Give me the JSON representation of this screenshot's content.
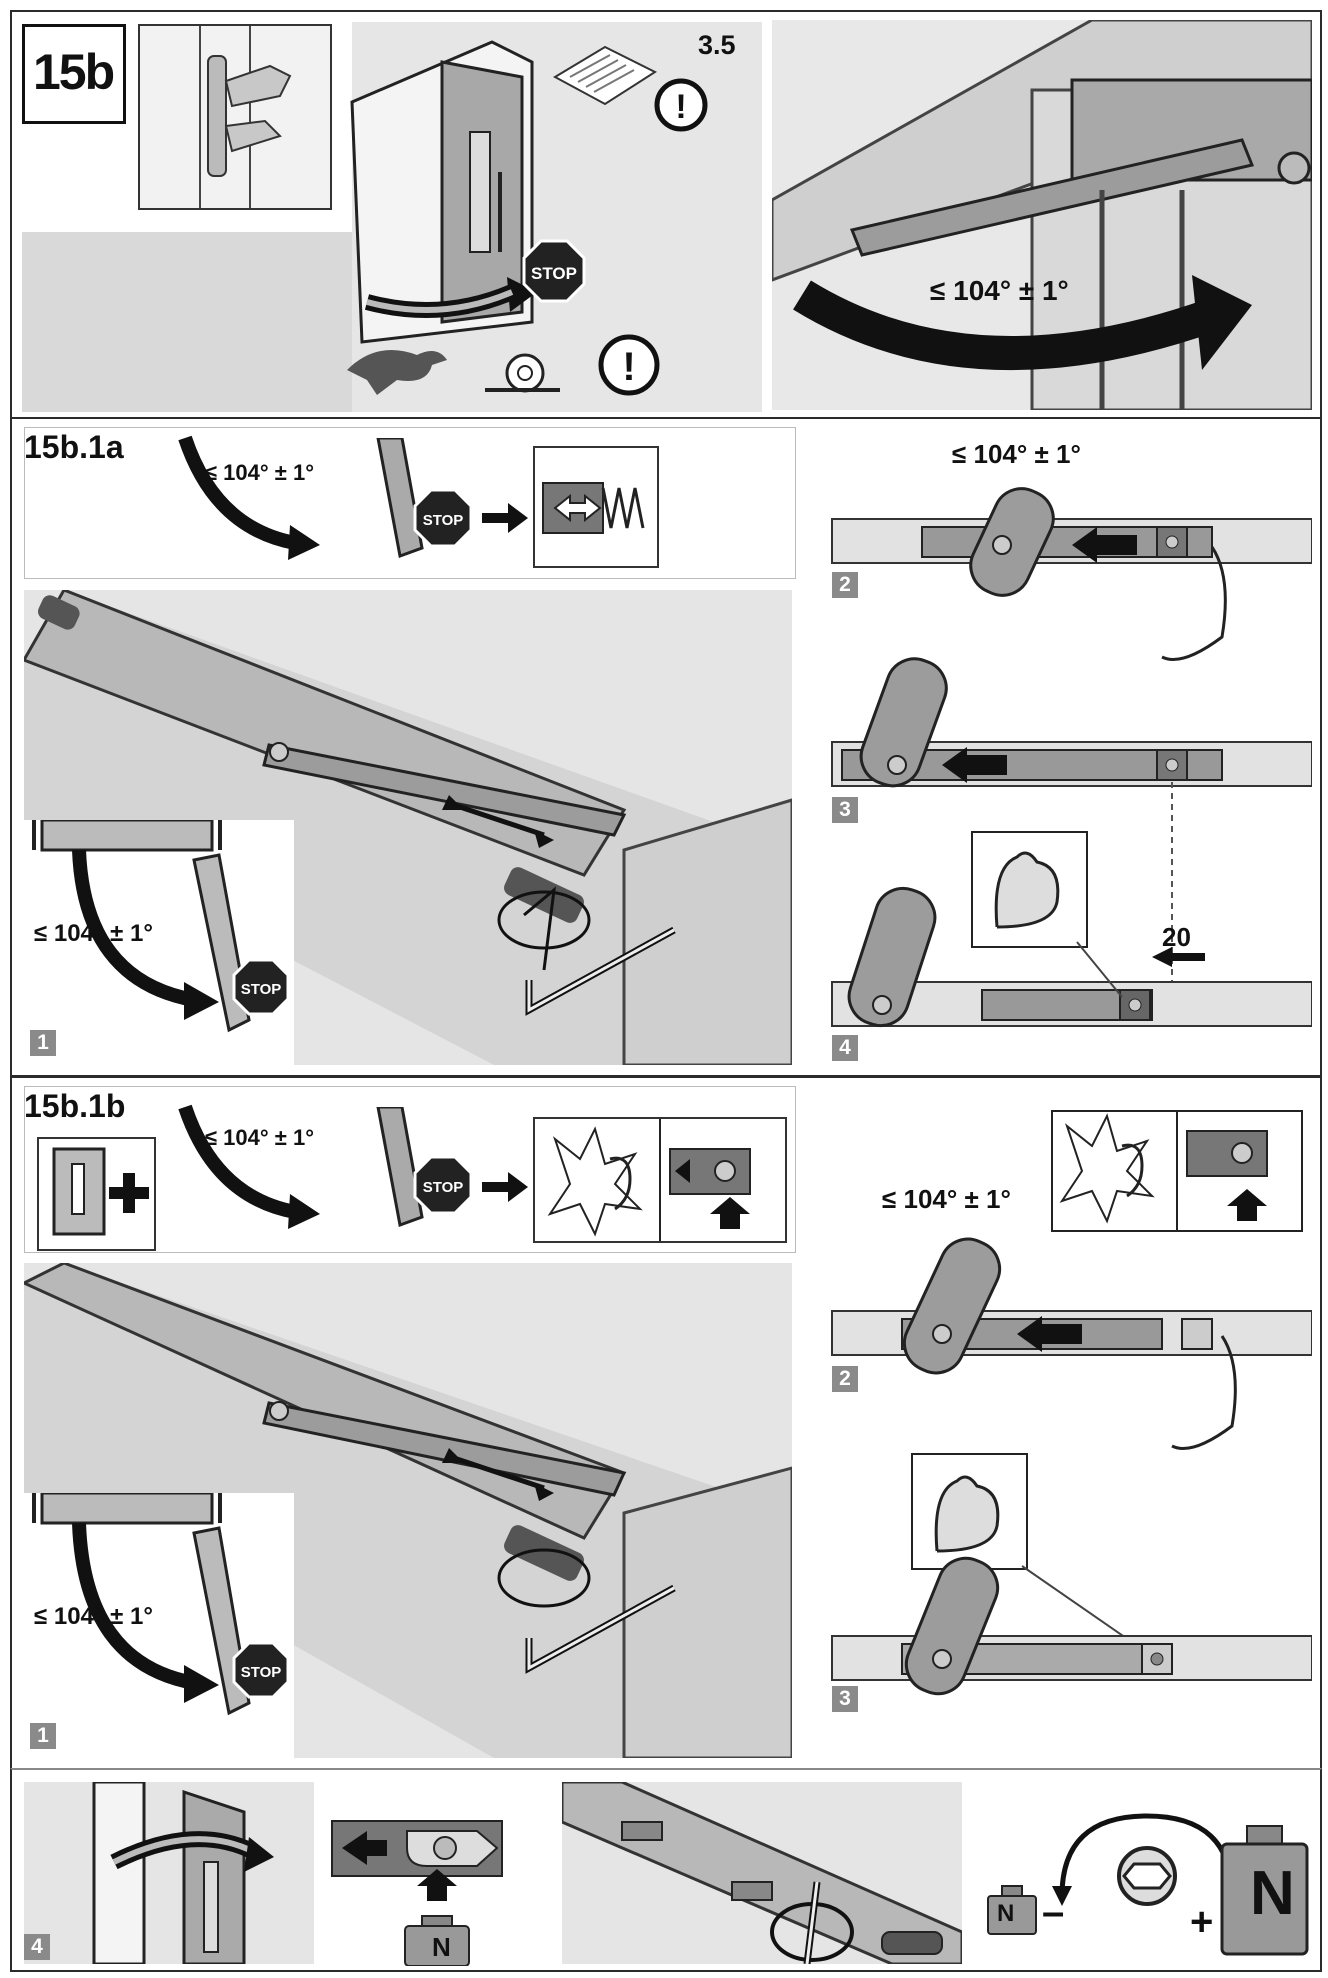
{
  "header": {
    "figure_id": "15b",
    "manual_ref": "3.5"
  },
  "common": {
    "angle_limit": "≤ 104° ± 1°",
    "stop_sign": "STOP",
    "exclamation": "!"
  },
  "section_a": {
    "title": "15b.1a",
    "steps": [
      "1",
      "2",
      "3",
      "4"
    ],
    "distance_value": "20"
  },
  "section_b": {
    "title": "15b.1b",
    "steps": [
      "1",
      "2",
      "3",
      "4"
    ]
  },
  "weight_labels": {
    "small": "N",
    "large": "N",
    "minus": "–",
    "plus": "+"
  },
  "colors": {
    "frame": "#2b2b2b",
    "panel_bg": "#e4e4e4",
    "metal": "#9c9c9c",
    "arrow": "#111111",
    "step_badge": "#8a8a8a"
  }
}
